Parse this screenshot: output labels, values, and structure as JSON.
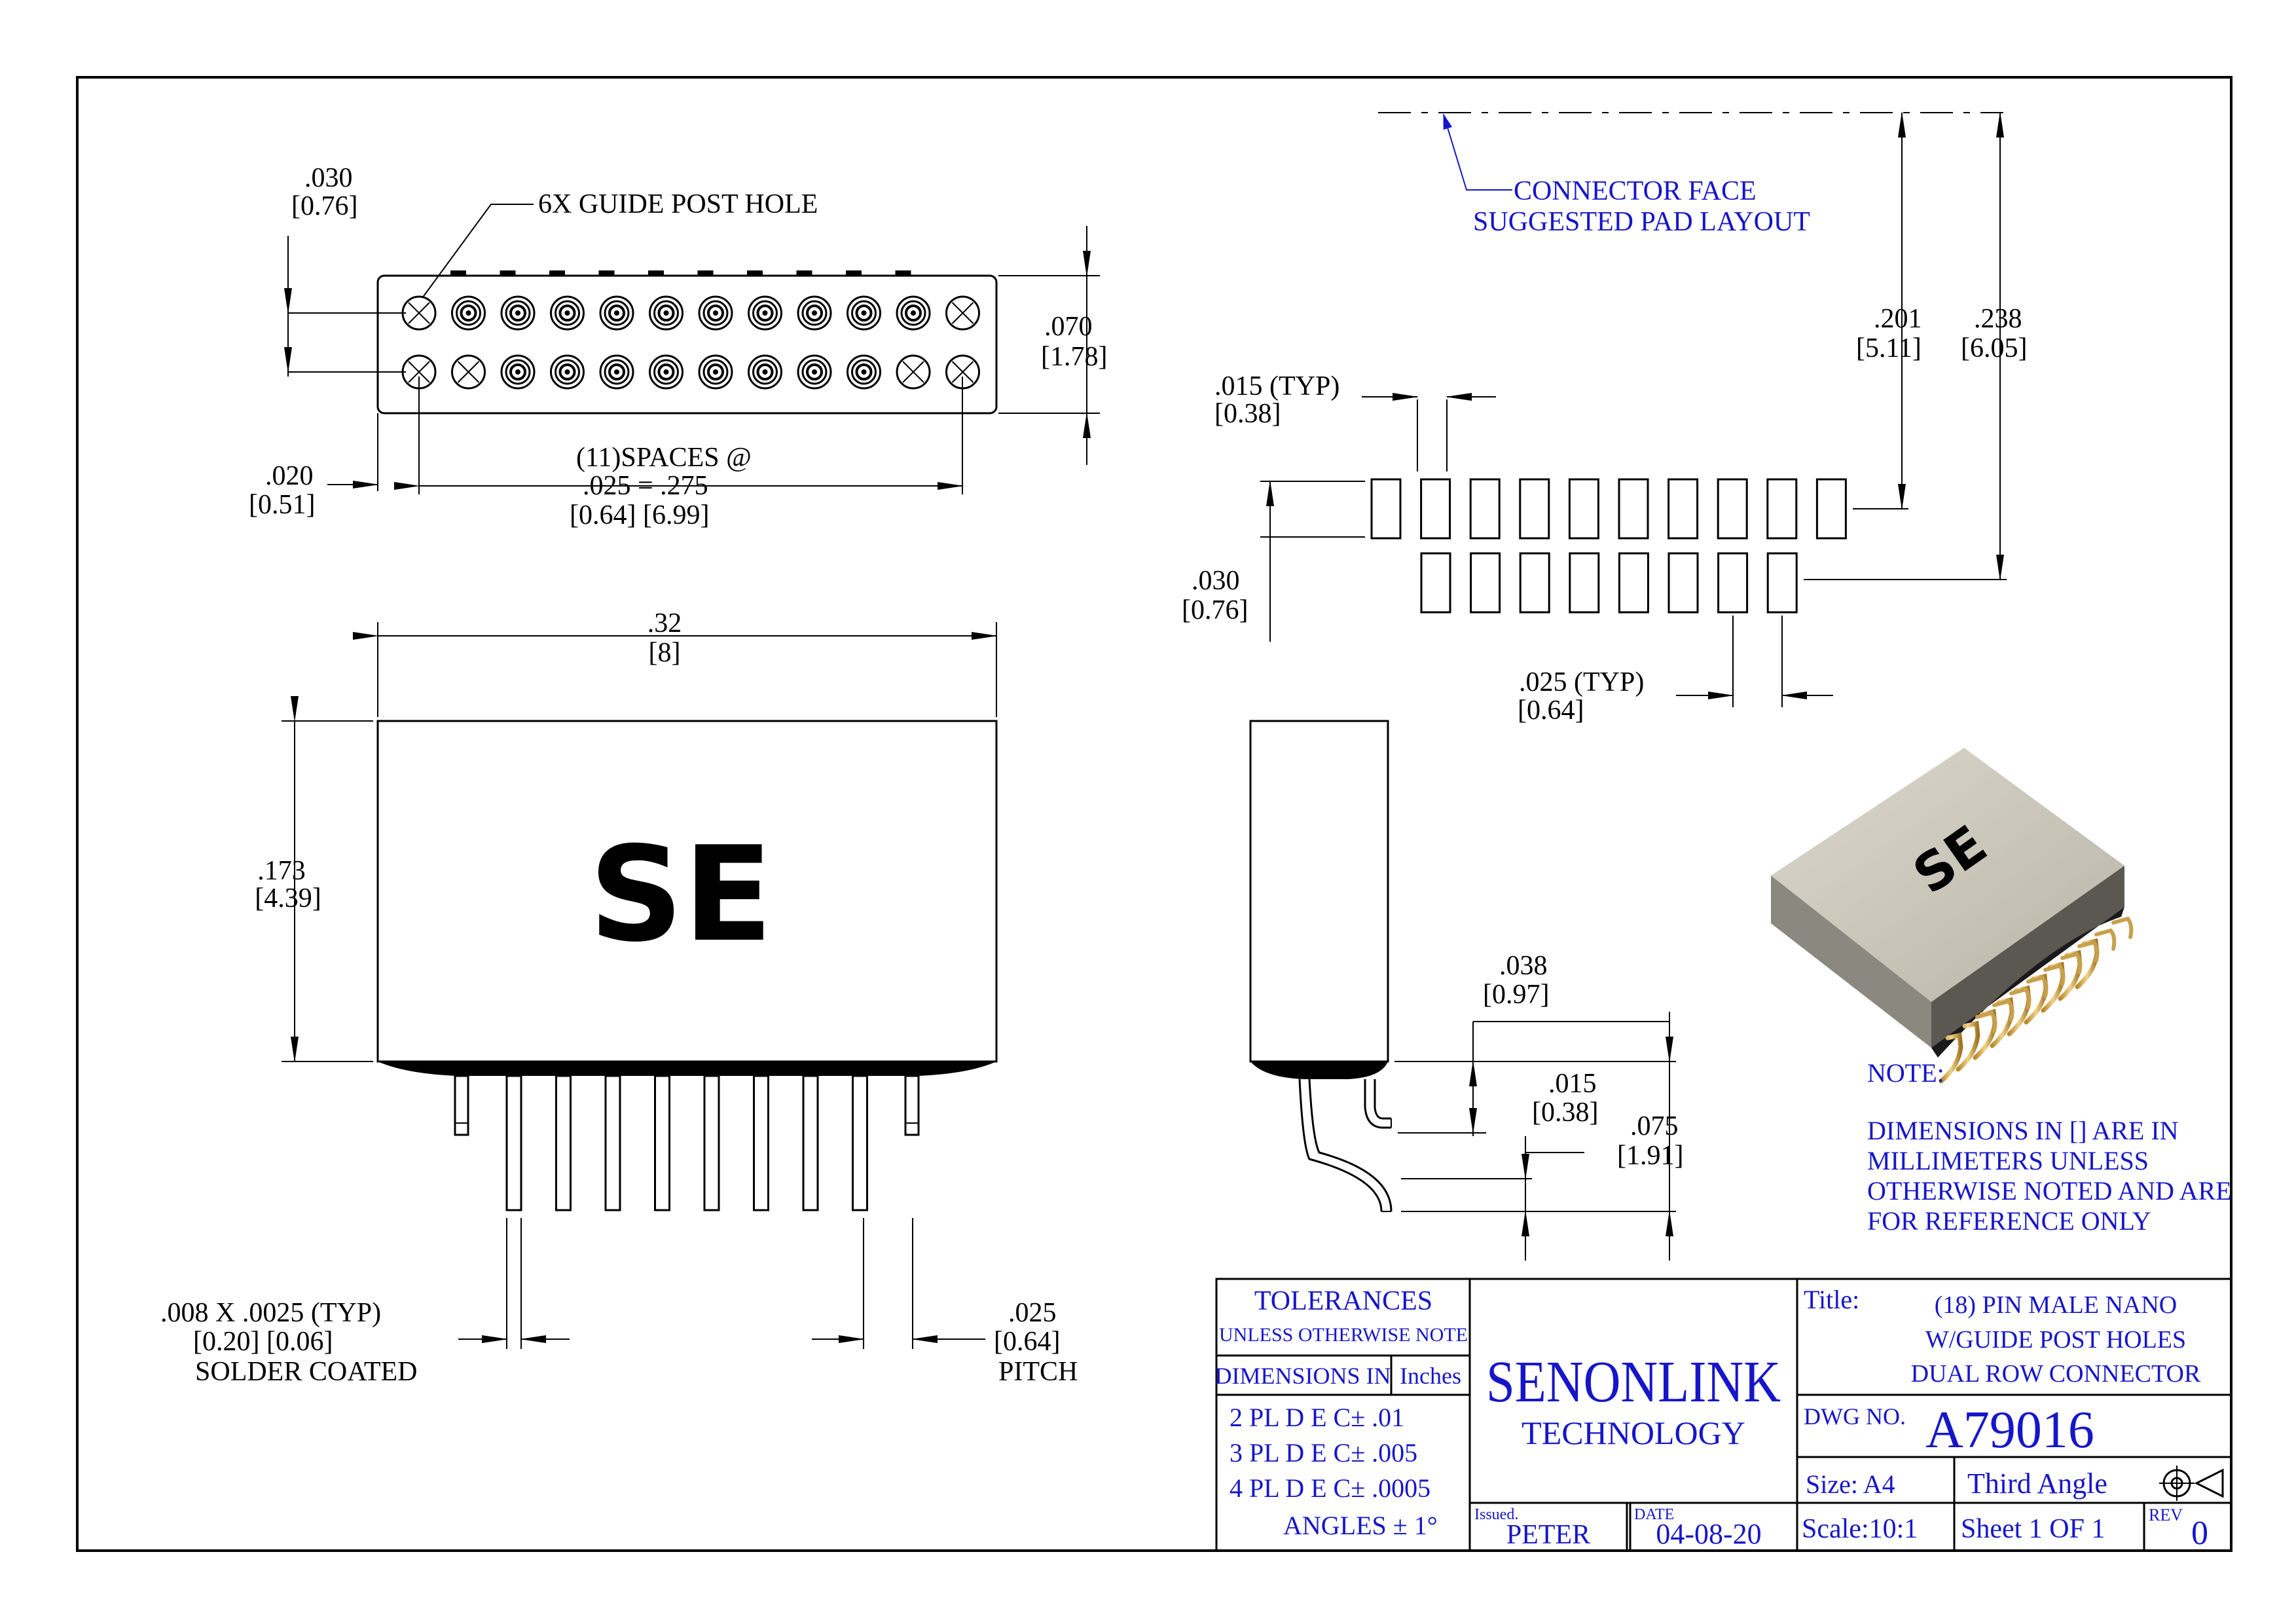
{
  "top_view": {
    "guide_hole_label": "6X GUIDE POST HOLE",
    "dim_030": ".030",
    "dim_030_mm": "[0.76]",
    "dim_070": ".070",
    "dim_070_mm": "[1.78]",
    "dim_020": ".020",
    "dim_020_mm": "[0.51]",
    "spaces_line1": "(11)SPACES @",
    "spaces_line2": ".025 = .275",
    "spaces_line3": "[0.64] [6.99]",
    "top_row": [
      "hole",
      "pin",
      "pin",
      "pin",
      "pin",
      "pin",
      "pin",
      "pin",
      "pin",
      "pin",
      "pin",
      "hole"
    ],
    "bottom_row": [
      "hole",
      "hole",
      "pin",
      "pin",
      "pin",
      "pin",
      "pin",
      "pin",
      "pin",
      "pin",
      "hole",
      "hole"
    ]
  },
  "front_view": {
    "logo": "SE",
    "dim_width": ".32",
    "dim_width_mm": "[8]",
    "dim_height": ".173",
    "dim_height_mm": "[4.39]",
    "lead_dim_1": ".008 X .0025 (TYP)",
    "lead_dim_2": "[0.20] [0.06]",
    "lead_dim_3": "SOLDER COATED",
    "pitch_1": ".025",
    "pitch_2": "[0.64]",
    "pitch_3": "PITCH"
  },
  "pad_layout": {
    "connector_face": "CONNECTOR FACE",
    "suggested": "SUGGESTED PAD LAYOUT",
    "dim_015": ".015 (TYP)",
    "dim_015_mm": "[0.38]",
    "dim_201": ".201",
    "dim_201_mm": "[5.11]",
    "dim_238": ".238",
    "dim_238_mm": "[6.05]",
    "dim_030": ".030",
    "dim_030_mm": "[0.76]",
    "dim_025": ".025 (TYP)",
    "dim_025_mm": "[0.64]",
    "top_pads": 10,
    "bottom_pads": 8
  },
  "side_view": {
    "dim_038": ".038",
    "dim_038_mm": "[0.97]",
    "dim_015": ".015",
    "dim_015_mm": "[0.38]",
    "dim_075": ".075",
    "dim_075_mm": "[1.91]"
  },
  "iso_view": {
    "logo": "SE"
  },
  "note": {
    "heading": "NOTE:",
    "lines": [
      "DIMENSIONS IN [] ARE IN",
      "MILLIMETERS UNLESS",
      "OTHERWISE NOTED AND ARE",
      "FOR REFERENCE ONLY"
    ]
  },
  "title_block": {
    "tolerances": "TOLERANCES",
    "unless": "UNLESS OTHERWISE NOTE",
    "dimensions_in": "DIMENSIONS IN",
    "inches": "Inches",
    "tol_2pl": "2 PL D E C± .01",
    "tol_3pl": "3 PL D E C± .005",
    "tol_4pl": "4 PL D E C± .0005",
    "angles": "ANGLES ± 1°",
    "company": "SENONLINK",
    "company_sub": "TECHNOLOGY",
    "issued_label": "Issued.",
    "issued_by": "PETER",
    "date_label": "DATE",
    "date": "04-08-20",
    "title_label": "Title:",
    "title_1": "(18) PIN MALE NANO",
    "title_2": "W/GUIDE POST HOLES",
    "title_3": "DUAL ROW CONNECTOR",
    "dwg_label": "DWG NO.",
    "dwg_no": "A79016",
    "size": "Size: A4",
    "projection": "Third Angle",
    "scale": "Scale:10:1",
    "sheet": "Sheet 1 OF 1",
    "rev_label": "REV",
    "rev": "0"
  }
}
